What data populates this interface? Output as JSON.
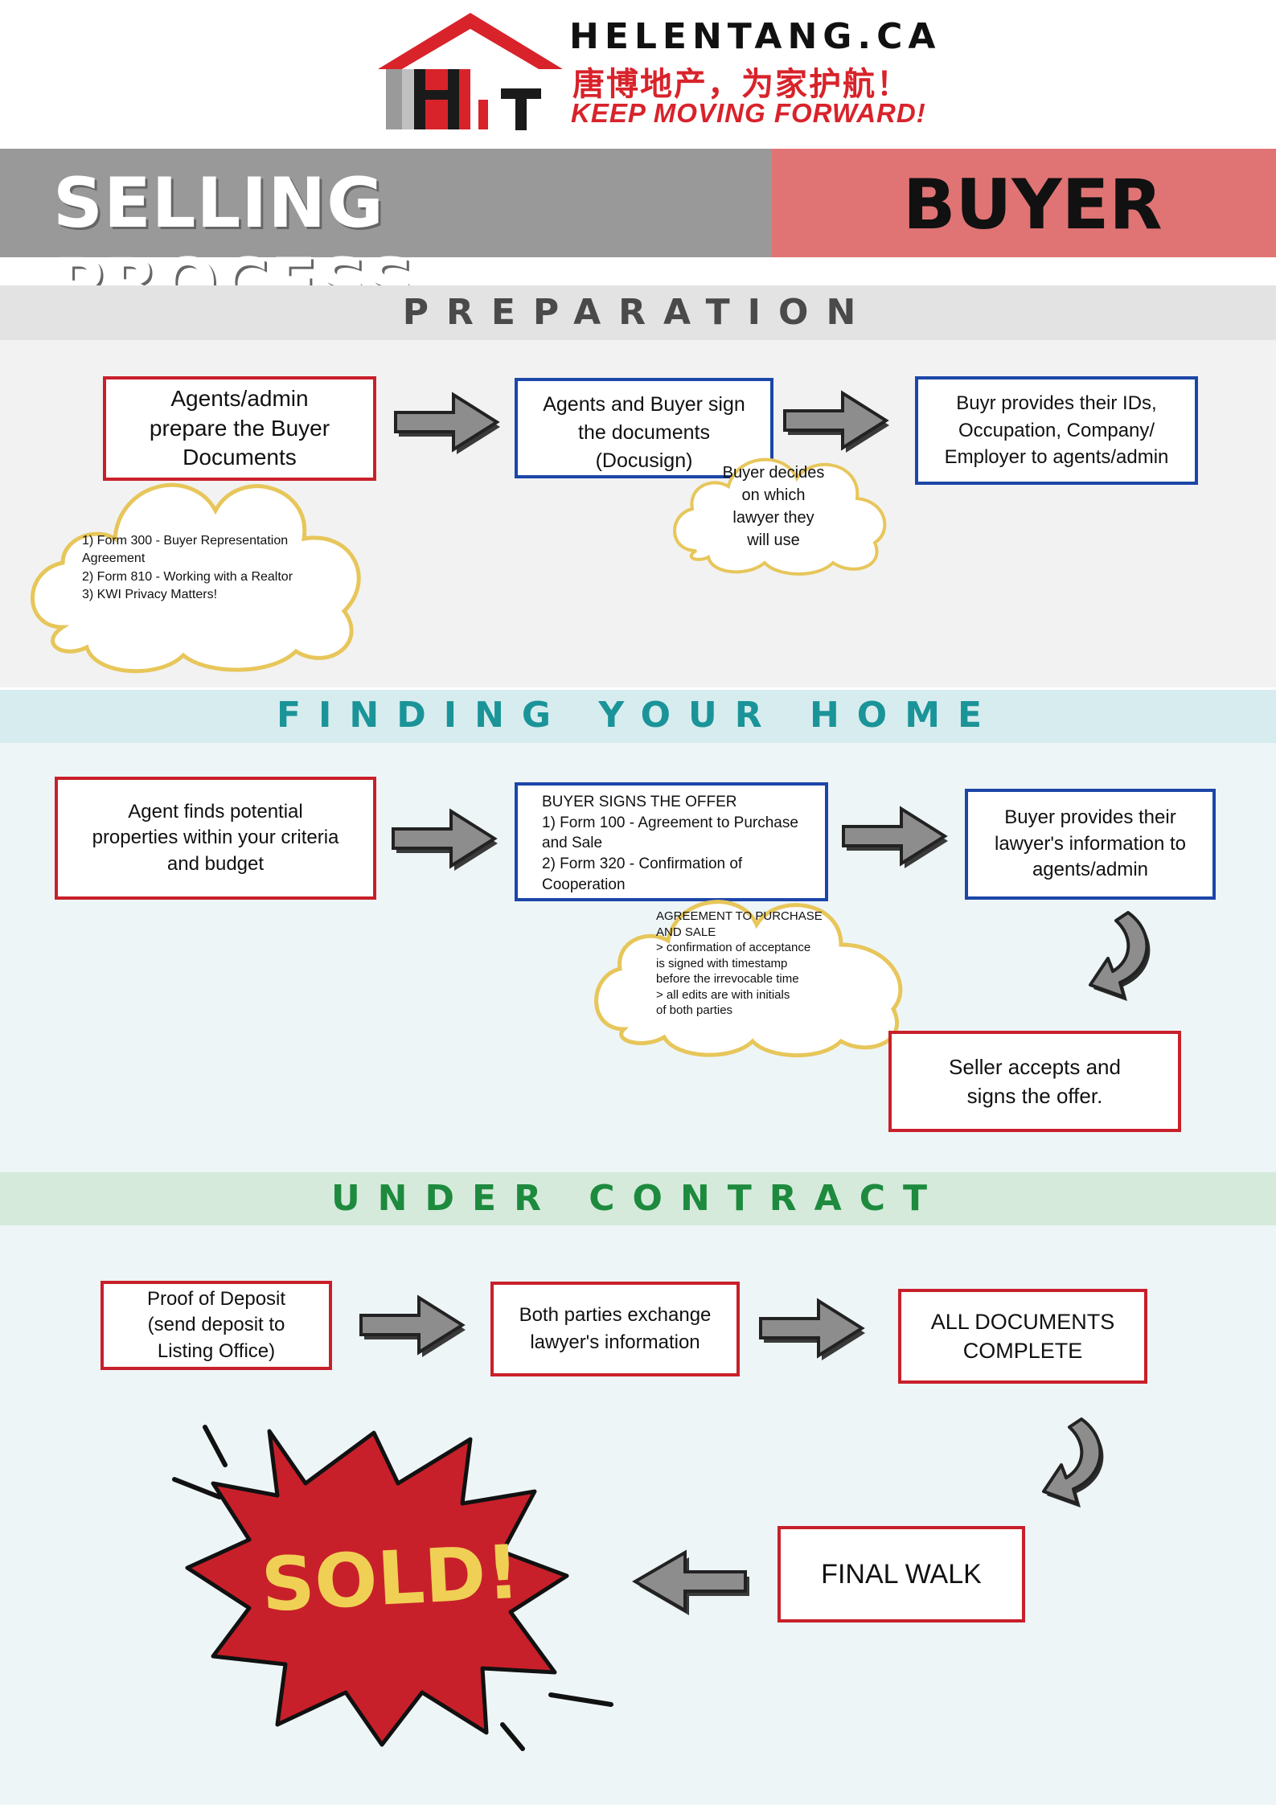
{
  "brand": {
    "site": "HELENTANG.CA",
    "chinese": "唐博地产，为家护航！",
    "slogan": "KEEP MOVING FORWARD!",
    "logo_letters": "HT"
  },
  "banner": {
    "left": "SELLING PROCESS",
    "right": "BUYER"
  },
  "sections": {
    "preparation": {
      "title": "PREPARATION",
      "step1": "Agents/admin\nprepare the Buyer\nDocuments",
      "step1_note": "1) Form 300 - Buyer Representation\nAgreement\n2) Form 810 - Working with a Realtor\n3) KWI Privacy Matters!",
      "step2": "Agents and Buyer sign\nthe documents\n(Docusign)",
      "step2_note": "Buyer decides\non which\nlawyer they\nwill use",
      "step3": "Buyr provides their IDs,\nOccupation, Company/\nEmployer to agents/admin"
    },
    "finding": {
      "title": "FINDING YOUR HOME",
      "step1": "Agent finds potential\nproperties within your criteria\nand budget",
      "step2": "BUYER SIGNS THE OFFER\n1) Form 100 - Agreement to Purchase\nand Sale\n2) Form 320 - Confirmation of\nCooperation",
      "step2_note": "AGREEMENT TO PURCHASE\nAND SALE\n> confirmation of acceptance\n   is signed with timestamp\n   before the irrevocable time\n> all edits are with initials\n   of both parties",
      "step3": "Buyer provides their\nlawyer's information to\nagents/admin",
      "step4": "Seller accepts and\nsigns the offer."
    },
    "contract": {
      "title": "UNDER CONTRACT",
      "step1": "Proof of Deposit\n(send deposit to\nListing Office)",
      "step2": "Both parties exchange\nlawyer's information",
      "step3": "ALL DOCUMENTS\nCOMPLETE",
      "step4": "FINAL WALK",
      "final": "SOLD!"
    }
  },
  "colors": {
    "accent_red": "#c8202a",
    "box_blue": "#1c46a8",
    "banner_grey": "#999999",
    "banner_pink": "#e07474",
    "preparation_title": "#4a4a4a",
    "finding_title": "#1a9498",
    "contract_title": "#1d8a3e",
    "cloud_border": "#e7c65a",
    "sold_yellow": "#f0cf55"
  },
  "icons": [
    "house-roof-icon",
    "arrow-right-icon",
    "arrow-curved-down-icon",
    "arrow-left-icon",
    "burst-icon",
    "cloud-icon"
  ]
}
